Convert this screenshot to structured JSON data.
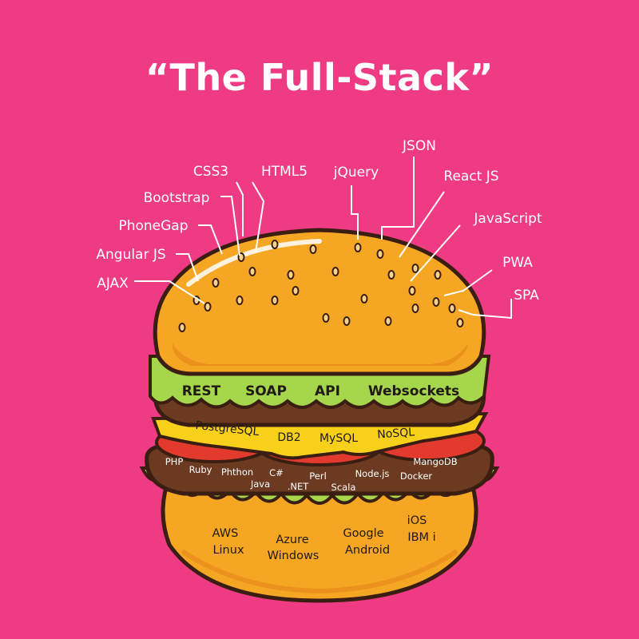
{
  "title": "“The Full-Stack”",
  "colors": {
    "background": "#ef3a84",
    "bun": "#f5a623",
    "bun_dark": "#e8891c",
    "lettuce": "#a6d64b",
    "patty": "#6b3a20",
    "cheese": "#f7d01a",
    "tomato": "#e23b2e",
    "outline": "#3a1e12"
  },
  "frontend_callouts": [
    "CSS3",
    "HTML5",
    "jQuery",
    "JSON",
    "Bootstrap",
    "React JS",
    "PhoneGap",
    "JavaScript",
    "Angular JS",
    "PWA",
    "AJAX",
    "SPA"
  ],
  "api_layer": [
    "REST",
    "SOAP",
    "API",
    "Websockets"
  ],
  "database_layer": [
    "PostgreSQL",
    "DB2",
    "MySQL",
    "NoSQL"
  ],
  "backend_layer": [
    "PHP",
    "Ruby",
    "Phthon",
    "Java",
    "C#",
    ".NET",
    "Perl",
    "Scala",
    "Node.js",
    "MangoDB",
    "Docker"
  ],
  "platform_layer": [
    "AWS",
    "Linux",
    "Azure",
    "Windows",
    "Google",
    "Android",
    "iOS",
    "IBM i"
  ]
}
